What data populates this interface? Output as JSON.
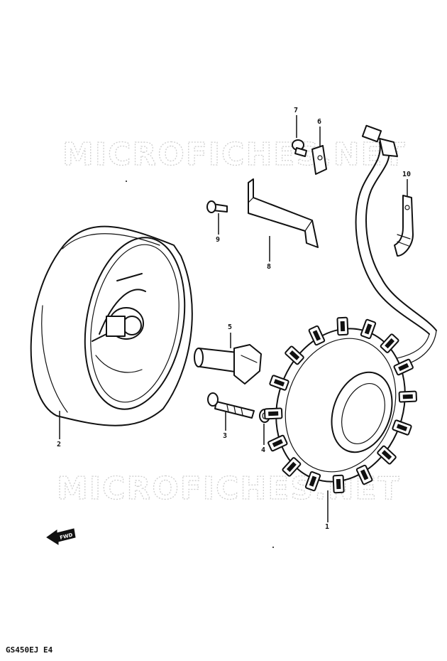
{
  "watermarks": [
    "MICROFICHES.NET",
    "MICROFICHES.NET"
  ],
  "model_label": "GS450EJ E4",
  "direction_label": "FWD",
  "callouts": [
    {
      "id": "part-1",
      "label": "1"
    },
    {
      "id": "part-2",
      "label": "2"
    },
    {
      "id": "part-3",
      "label": "3"
    },
    {
      "id": "part-4",
      "label": "4"
    },
    {
      "id": "part-5",
      "label": "5"
    },
    {
      "id": "part-6",
      "label": "6"
    },
    {
      "id": "part-7",
      "label": "7"
    },
    {
      "id": "part-8",
      "label": "8"
    },
    {
      "id": "part-9",
      "label": "9"
    },
    {
      "id": "part-10",
      "label": "10"
    }
  ]
}
